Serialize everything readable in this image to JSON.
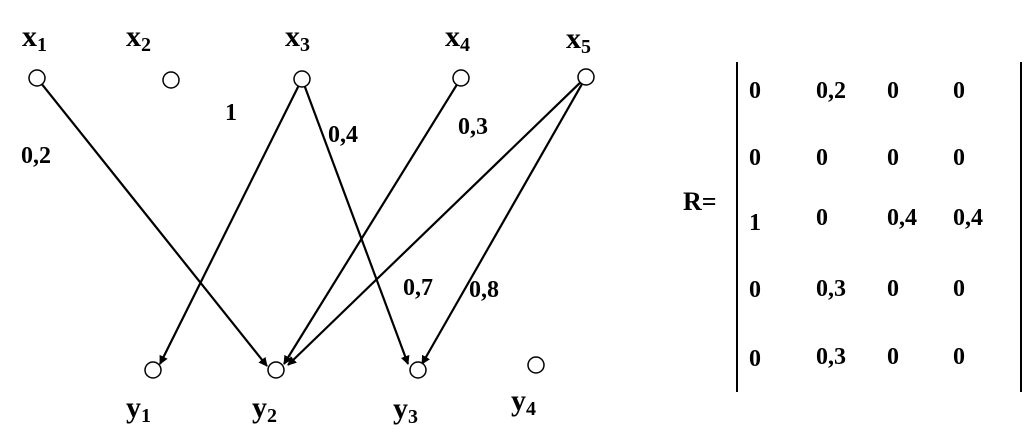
{
  "graph": {
    "x_nodes": [
      {
        "base": "x",
        "sub": "1"
      },
      {
        "base": "x",
        "sub": "2"
      },
      {
        "base": "x",
        "sub": "3"
      },
      {
        "base": "x",
        "sub": "4"
      },
      {
        "base": "x",
        "sub": "5"
      }
    ],
    "y_nodes": [
      {
        "base": "y",
        "sub": "1"
      },
      {
        "base": "y",
        "sub": "2"
      },
      {
        "base": "y",
        "sub": "3"
      },
      {
        "base": "y",
        "sub": "4"
      }
    ],
    "edges": [
      {
        "from": 1,
        "to": 2,
        "weight": "0,2"
      },
      {
        "from": 3,
        "to": 1,
        "weight": "1"
      },
      {
        "from": 3,
        "to": 3,
        "weight": "0,4"
      },
      {
        "from": 4,
        "to": 2,
        "weight": "0,3"
      },
      {
        "from": 5,
        "to": 2,
        "weight": "0,7"
      },
      {
        "from": 5,
        "to": 3,
        "weight": "0,8"
      }
    ]
  },
  "matrix": {
    "label": "R=",
    "rows": [
      [
        "0",
        "0,2",
        "0",
        "0"
      ],
      [
        "0",
        "0",
        "0",
        "0"
      ],
      [
        "1",
        "0",
        "0,4",
        "0,4"
      ],
      [
        "0",
        "0,3",
        "0",
        "0"
      ],
      [
        "0",
        "0,3",
        "0",
        "0"
      ]
    ]
  }
}
